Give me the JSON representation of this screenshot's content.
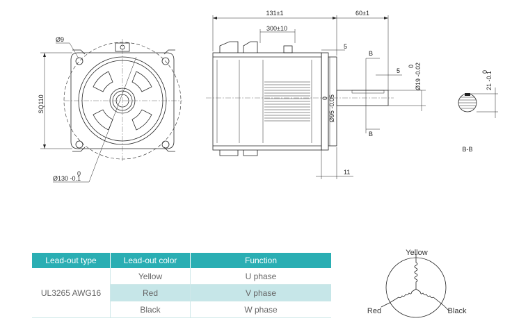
{
  "front_view": {
    "hole": "Ø9",
    "square": "SQ110",
    "circle_tol_top": "0",
    "circle": "Ø130 -0.1"
  },
  "side_view": {
    "length": "131±1",
    "cable": "300±10",
    "shaft_len": "60±1",
    "flange_gap": "5",
    "pilot_tol_top": "0",
    "pilot": "Ø95 -0.05",
    "pilot_len": "11",
    "shaft_tol_top": "0",
    "shaft": "Ø19 -0.02",
    "key_offset": "5",
    "section_mark_top": "B",
    "section_mark_bottom": "B"
  },
  "section": {
    "tol_top": "0",
    "key_dim": "21 -0.1",
    "label": "B-B"
  },
  "lead_table": {
    "headers": [
      "Lead-out type",
      "Lead-out color",
      "Function"
    ],
    "type": "UL3265  AWG16",
    "rows": [
      {
        "color": "Yellow",
        "function": "U phase"
      },
      {
        "color": "Red",
        "function": "V phase"
      },
      {
        "color": "Black",
        "function": "W phase"
      }
    ]
  },
  "wiring": {
    "top": "Yellow",
    "left": "Red",
    "right": "Black"
  },
  "colors": {
    "header": "#2aaeb3",
    "highlight": "#c6e6e8"
  }
}
